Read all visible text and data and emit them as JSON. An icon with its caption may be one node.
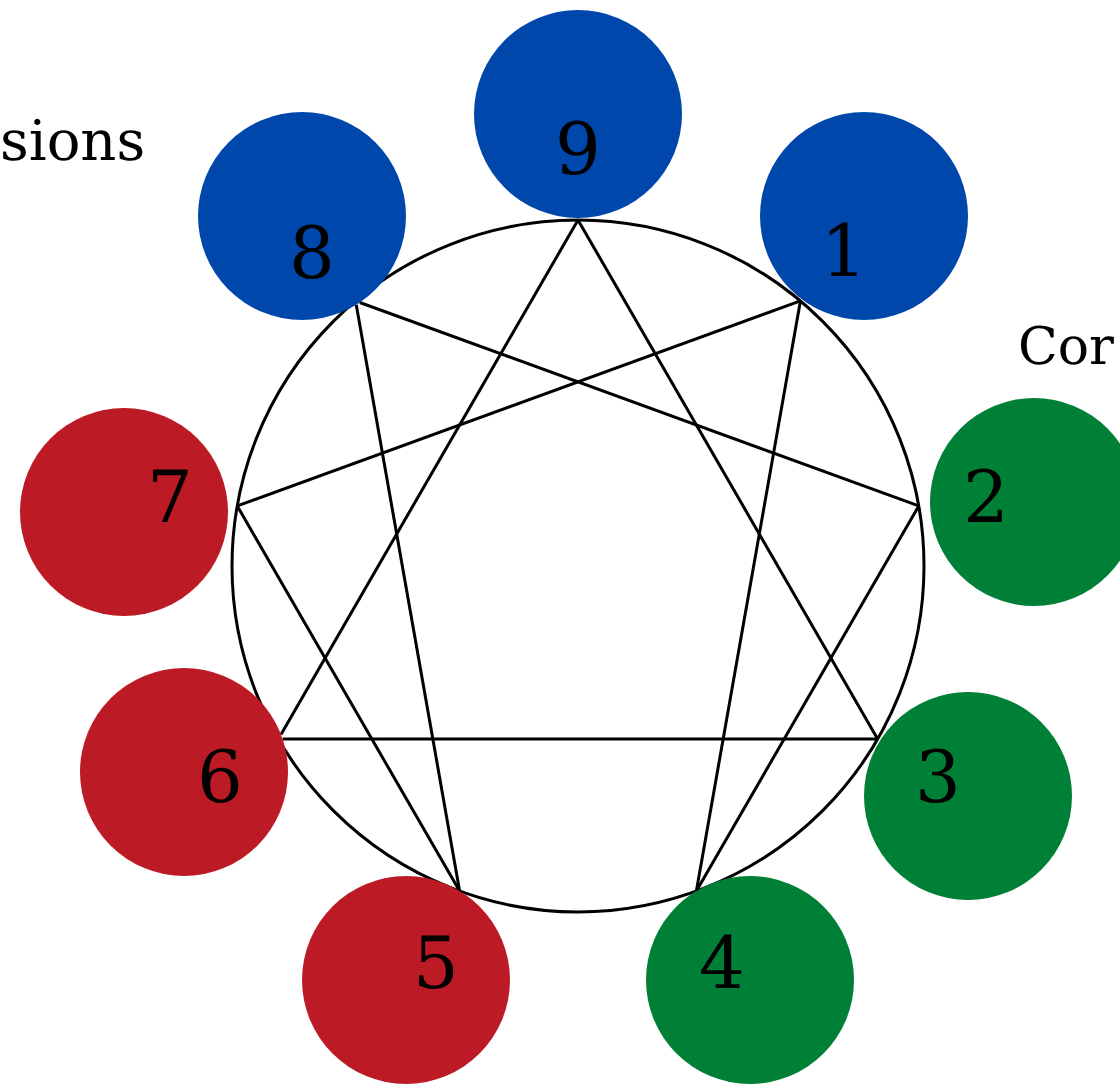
{
  "diagram": {
    "nodes": [
      {
        "text": [
          "1"
        ]
      },
      {
        "text": [
          "2"
        ]
      },
      {
        "text": [
          "3"
        ]
      },
      {
        "text": [
          "4"
        ]
      },
      {
        "text": [
          "5"
        ]
      },
      {
        "text": [
          "6"
        ]
      },
      {
        "text": [
          "7"
        ]
      },
      {
        "text": [
          "8"
        ]
      },
      {
        "text": [
          "9"
        ]
      }
    ],
    "edges": [
      {
        "from": 0,
        "to": 3,
        "arrow": "none"
      },
      {
        "from": 3,
        "to": 1,
        "arrow": "none"
      },
      {
        "from": 1,
        "to": 7,
        "arrow": "none"
      },
      {
        "from": 7,
        "to": 4,
        "arrow": "none"
      },
      {
        "from": 4,
        "to": 6,
        "arrow": "none"
      },
      {
        "from": 6,
        "to": 0,
        "arrow": "none"
      },
      {
        "from": 8,
        "to": 2,
        "arrow": "none"
      },
      {
        "from": 2,
        "to": 5,
        "arrow": "none"
      },
      {
        "from": 5,
        "to": 8,
        "arrow": "none"
      }
    ],
    "labels": [
      "sions",
      "Cor"
    ]
  }
}
